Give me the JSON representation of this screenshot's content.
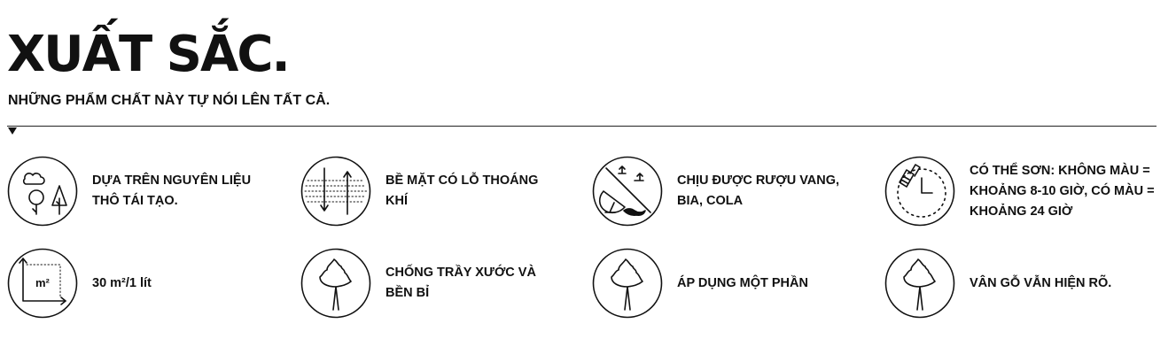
{
  "header": {
    "title": "XUẤT SẮC.",
    "subtitle": "NHỮNG PHẨM CHẤT NÀY TỰ NÓI LÊN TẤT CẢ."
  },
  "features": [
    {
      "label": "DỰA TRÊN NGUYÊN LIỆU THÔ TÁI TẠO.",
      "icon": "cloud-trees-icon"
    },
    {
      "label": "BỀ MẶT CÓ LỖ THOÁNG KHÍ",
      "icon": "breathable-surface-icon"
    },
    {
      "label": "CHỊU ĐƯỢC RƯỢU VANG, BIA, COLA",
      "icon": "wine-glass-resistant-icon"
    },
    {
      "label": "CÓ THỂ SƠN: KHÔNG MÀU = KHOẢNG 8-10 GIỜ, CÓ MÀU = KHOẢNG 24 GIỜ",
      "icon": "brush-clock-icon"
    },
    {
      "label": "30 m²/1 lít",
      "icon": "area-m2-icon"
    },
    {
      "label": "CHỐNG TRẦY XƯỚC VÀ BỀN BỈ",
      "icon": "tree-icon"
    },
    {
      "label": "ÁP DỤNG MỘT PHẦN",
      "icon": "tree-icon"
    },
    {
      "label": "VÂN GỖ VẪN HIỆN RÕ.",
      "icon": "tree-icon"
    }
  ],
  "icon_labels": {
    "m2": "m²"
  }
}
